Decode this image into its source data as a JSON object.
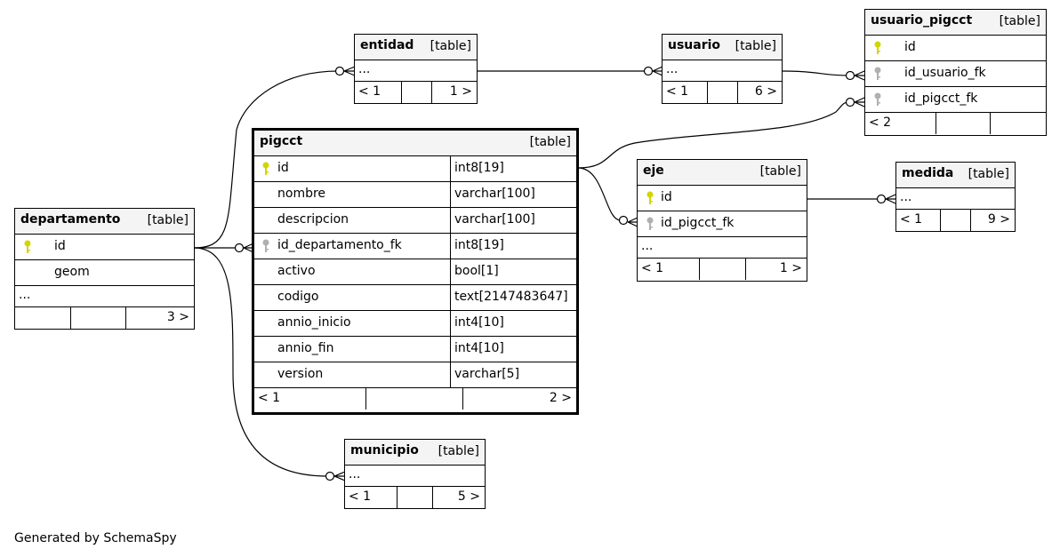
{
  "diagram": {
    "table_tag": "[table]",
    "footer": "Generated by SchemaSpy",
    "key_colors": {
      "primary": "#d4d400",
      "foreign": "#b0b0b0"
    },
    "tables": {
      "entidad": {
        "name": "entidad",
        "ellipsis": "...",
        "prev": "< 1",
        "next": "1 >"
      },
      "usuario": {
        "name": "usuario",
        "ellipsis": "...",
        "prev": "< 1",
        "next": "6 >"
      },
      "usuario_pigcct": {
        "name": "usuario_pigcct",
        "columns": [
          "id",
          "id_usuario_fk",
          "id_pigcct_fk"
        ],
        "prev": "< 2"
      },
      "pigcct": {
        "name": "pigcct",
        "columns": [
          {
            "name": "id",
            "type": "int8[19]"
          },
          {
            "name": "nombre",
            "type": "varchar[100]"
          },
          {
            "name": "descripcion",
            "type": "varchar[100]"
          },
          {
            "name": "id_departamento_fk",
            "type": "int8[19]"
          },
          {
            "name": "activo",
            "type": "bool[1]"
          },
          {
            "name": "codigo",
            "type": "text[2147483647]"
          },
          {
            "name": "annio_inicio",
            "type": "int4[10]"
          },
          {
            "name": "annio_fin",
            "type": "int4[10]"
          },
          {
            "name": "version",
            "type": "varchar[5]"
          }
        ],
        "prev": "< 1",
        "next": "2 >"
      },
      "departamento": {
        "name": "departamento",
        "columns": [
          "id",
          "geom"
        ],
        "ellipsis": "...",
        "next": "3 >"
      },
      "eje": {
        "name": "eje",
        "columns": [
          "id",
          "id_pigcct_fk"
        ],
        "ellipsis": "...",
        "prev": "< 1",
        "next": "1 >"
      },
      "medida": {
        "name": "medida",
        "ellipsis": "...",
        "prev": "< 1",
        "next": "9 >"
      },
      "municipio": {
        "name": "municipio",
        "ellipsis": "...",
        "prev": "< 1",
        "next": "5 >"
      }
    },
    "relationships": [
      {
        "from": "departamento.id",
        "to": "entidad"
      },
      {
        "from": "departamento.id",
        "to": "pigcct.id_departamento_fk"
      },
      {
        "from": "departamento.id",
        "to": "municipio"
      },
      {
        "from": "entidad",
        "to": "usuario"
      },
      {
        "from": "usuario",
        "to": "usuario_pigcct.id_usuario_fk"
      },
      {
        "from": "pigcct.id",
        "to": "usuario_pigcct.id_pigcct_fk"
      },
      {
        "from": "pigcct.id",
        "to": "eje.id_pigcct_fk"
      },
      {
        "from": "eje.id",
        "to": "medida"
      }
    ]
  }
}
